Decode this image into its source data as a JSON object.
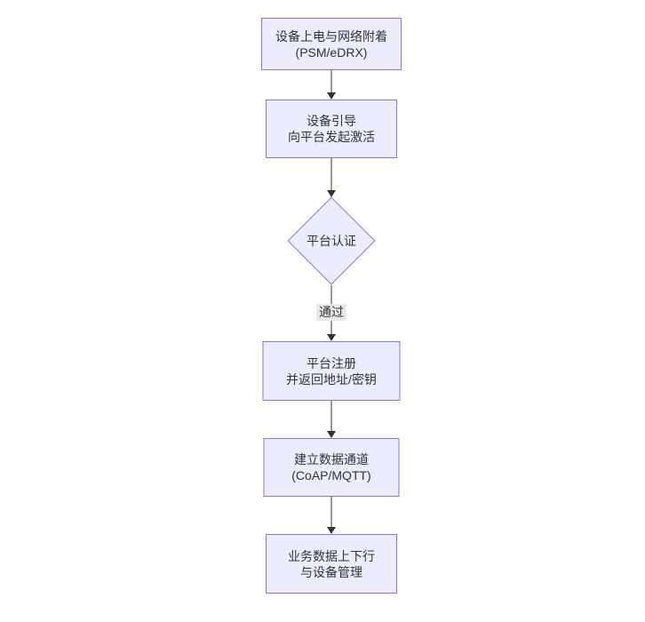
{
  "diagram": {
    "type": "flowchart",
    "direction": "top-down",
    "colors": {
      "node_fill": "#ECECFF",
      "node_border": "#9370DB",
      "text_color": "#333333",
      "edge_color": "#333333",
      "label_bg": "#e8e8e8",
      "canvas_bg": "#ffffff"
    },
    "nodes": [
      {
        "id": "power-attach",
        "shape": "rect",
        "lines": [
          "设备上电与网络附着",
          "(PSM/eDRX)"
        ]
      },
      {
        "id": "bootstrap",
        "shape": "rect",
        "lines": [
          "设备引导",
          "向平台发起激活"
        ]
      },
      {
        "id": "platform-auth",
        "shape": "diamond",
        "lines": [
          "平台认证"
        ]
      },
      {
        "id": "register",
        "shape": "rect",
        "lines": [
          "平台注册",
          "并返回地址/密钥"
        ]
      },
      {
        "id": "data-channel",
        "shape": "rect",
        "lines": [
          "建立数据通道",
          "(CoAP/MQTT)"
        ]
      },
      {
        "id": "business-data",
        "shape": "rect",
        "lines": [
          "业务数据上下行",
          "与设备管理"
        ]
      }
    ],
    "edges": [
      {
        "from": "power-attach",
        "to": "bootstrap",
        "label": ""
      },
      {
        "from": "bootstrap",
        "to": "platform-auth",
        "label": ""
      },
      {
        "from": "platform-auth",
        "to": "register",
        "label": "通过"
      },
      {
        "from": "register",
        "to": "data-channel",
        "label": ""
      },
      {
        "from": "data-channel",
        "to": "business-data",
        "label": ""
      }
    ]
  }
}
